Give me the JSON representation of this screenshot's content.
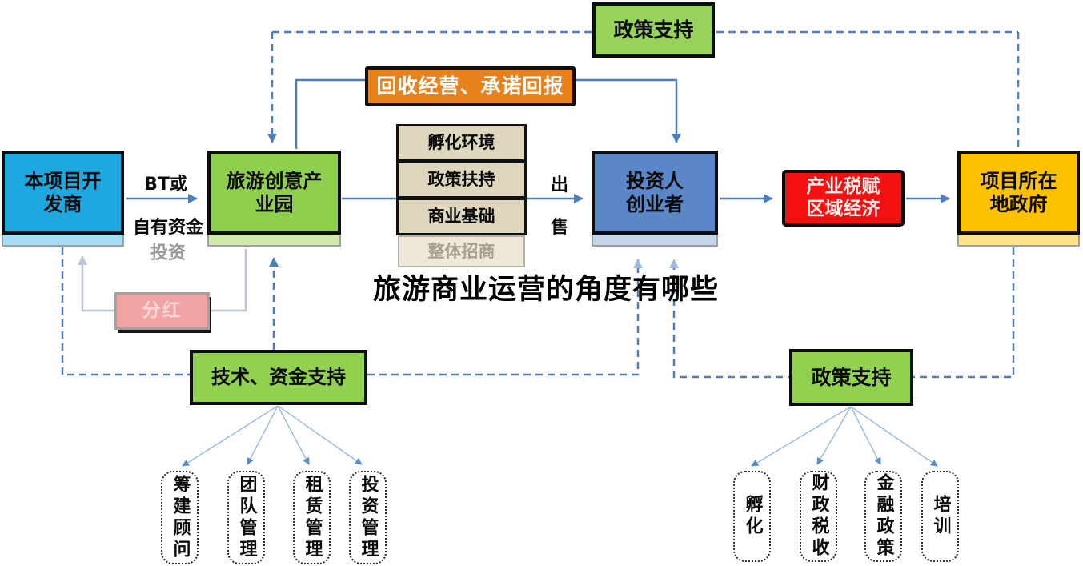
{
  "title": "旅游商业运营的角度有哪些",
  "colors": {
    "developer_fill": "#1fa8e0",
    "park_fill": "#8ed04e",
    "investor_fill": "#5b87c9",
    "government_fill": "#fdc101",
    "tax_fill": "#f31111",
    "recycle_fill": "#e8821c",
    "policy_fill": "#92d050",
    "dividend_fill": "#f2a3a3",
    "stack_fill": "#ded6bd",
    "connector": "#4d7ebc"
  },
  "nodes": {
    "developer": {
      "label": "本项目开\n发商"
    },
    "park": {
      "label": "旅游创意产\n业园"
    },
    "investor": {
      "label": "投资人\n创业者"
    },
    "government": {
      "label": "项目所在\n地政府"
    },
    "tax_economy": {
      "label": "产业税赋\n区域经济"
    },
    "recycle": {
      "label": "回收经营、承诺回报"
    },
    "policy_top": {
      "label": "政策支持"
    },
    "dividend": {
      "label": "分红"
    },
    "tech_support": {
      "label": "技术、资金支持"
    },
    "policy_bottom": {
      "label": "政策支持"
    }
  },
  "stack": {
    "items": [
      "孵化环境",
      "政策扶持",
      "商业基础"
    ],
    "faded": "整体招商"
  },
  "edge_labels": {
    "bt": "BT或",
    "own_funds": "自有资金",
    "invest": "投资",
    "sell_char1": "出",
    "sell_char2": "售"
  },
  "children_left": [
    "筹建顾问",
    "团队管理",
    "租赁管理",
    "投资管理"
  ],
  "children_right": [
    "孵化",
    "财政税收",
    "金融政策",
    "培训"
  ]
}
